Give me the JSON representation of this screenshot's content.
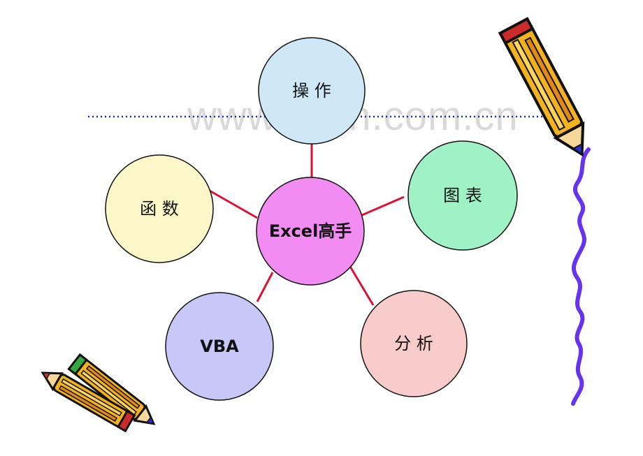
{
  "diagram": {
    "center": {
      "label": "Excel高手",
      "color": "#f28cf2"
    },
    "nodes": [
      {
        "id": "caozuo",
        "label": "操 作",
        "color": "#cfe8f8"
      },
      {
        "id": "tubiao",
        "label": "图 表",
        "color": "#9ef2c6"
      },
      {
        "id": "fenxi",
        "label": "分 析",
        "color": "#f9cccc"
      },
      {
        "id": "vba",
        "label": "VBA",
        "color": "#c8c8f8"
      },
      {
        "id": "hanshu",
        "label": "函 数",
        "color": "#fbf7c8"
      }
    ],
    "connector_color": "#dd1133",
    "dotted_line_color": "#1a2ba8",
    "wavy_line_color": "#6633ee"
  },
  "watermark": {
    "text": "www.zixin.com.cn"
  },
  "clipart": [
    {
      "name": "pencil-icon"
    },
    {
      "name": "crossed-pencils-icon"
    }
  ]
}
